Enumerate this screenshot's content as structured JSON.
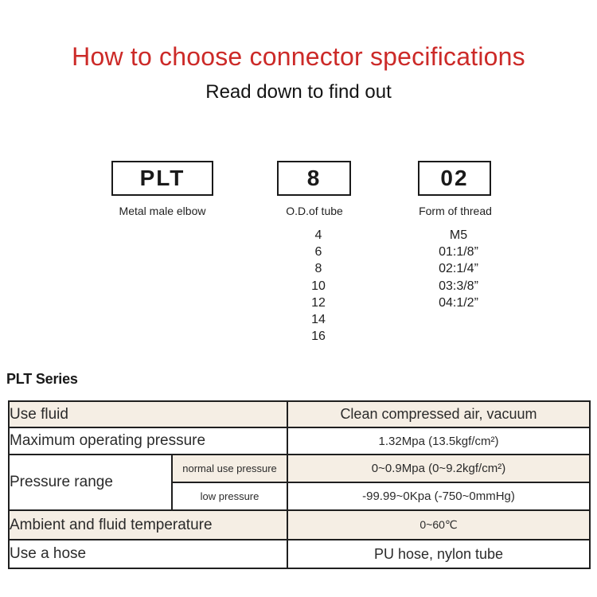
{
  "page": {
    "title": "How to choose connector specifications",
    "subtitle": "Read down to find out",
    "title_color": "#cc2a28",
    "table_accent_color": "#f5eee4",
    "border_color": "#1f1f1f"
  },
  "selector": {
    "boxes": [
      {
        "code": "PLT",
        "label": "Metal male elbow"
      },
      {
        "code": "8",
        "label": "O.D.of tube"
      },
      {
        "code": "02",
        "label": "Form of thread"
      }
    ],
    "tube_options": [
      "4",
      "6",
      "8",
      "10",
      "12",
      "14",
      "16"
    ],
    "thread_options": [
      "M5",
      "01:1/8”",
      "02:1/4”",
      "03:3/8”",
      "04:1/2”"
    ]
  },
  "series": {
    "heading": "PLT Series",
    "table": {
      "rows": [
        {
          "label": "Use fluid",
          "value": "Clean compressed air, vacuum"
        },
        {
          "label": "Maximum operating pressure",
          "value": "1.32Mpa (13.5kgf/cm²)"
        },
        {
          "label": "Pressure range",
          "sublabel": "normal use pressure",
          "value": "0~0.9Mpa (0~9.2kgf/cm²)"
        },
        {
          "sublabel": "low pressure",
          "value": "-99.99~0Kpa (-750~0mmHg)"
        },
        {
          "label": "Ambient and fluid temperature",
          "value": "0~60℃"
        },
        {
          "label": "Use a hose",
          "value": "PU hose, nylon tube"
        }
      ]
    }
  }
}
